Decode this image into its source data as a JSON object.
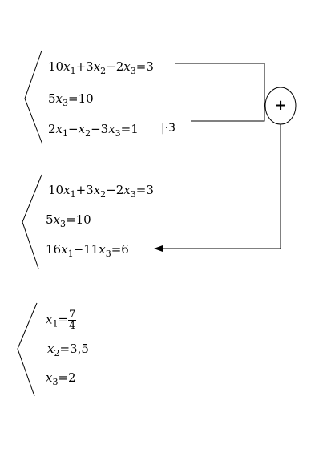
{
  "system1": {
    "eq1": {
      "c1": "10",
      "v1": "x",
      "s1": "1",
      "op1": "+3",
      "v2": "x",
      "s2": "2",
      "op2": "−2",
      "v3": "x",
      "s3": "3",
      "rhs": "=3"
    },
    "eq2": {
      "c1": "5",
      "v1": "x",
      "s1": "3",
      "rhs": "=10"
    },
    "eq3": {
      "c1": "2",
      "v1": "x",
      "s1": "1",
      "op1": "−",
      "v2": "x",
      "s2": "2",
      "op2": "−3",
      "v3": "x",
      "s3": "3",
      "rhs": "=1"
    },
    "multiplier": "|·3"
  },
  "operation": {
    "symbol": "+"
  },
  "system2": {
    "eq1": {
      "c1": "10",
      "v1": "x",
      "s1": "1",
      "op1": "+3",
      "v2": "x",
      "s2": "2",
      "op2": "−2",
      "v3": "x",
      "s3": "3",
      "rhs": "=3"
    },
    "eq2": {
      "c1": "5",
      "v1": "x",
      "s1": "3",
      "rhs": "=10"
    },
    "eq3": {
      "c1": "16",
      "v1": "x",
      "s1": "1",
      "op1": "−11",
      "v2": "x",
      "s2": "3",
      "rhs": "=6"
    }
  },
  "solution": {
    "eq1": {
      "v1": "x",
      "s1": "1",
      "eq": "=",
      "num": "7",
      "den": "4"
    },
    "eq2": {
      "v1": "x",
      "s1": "2",
      "rhs": "=3,5"
    },
    "eq3": {
      "v1": "x",
      "s1": "3",
      "rhs": "=2"
    }
  }
}
